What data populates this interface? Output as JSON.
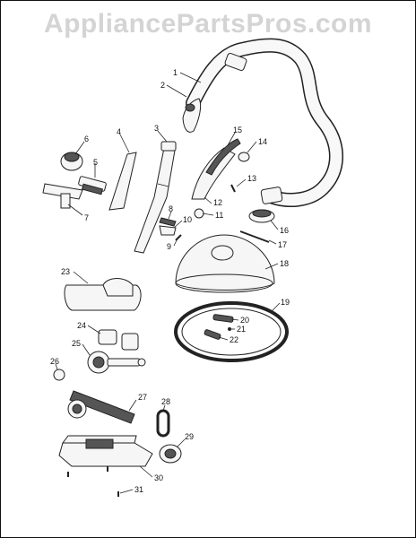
{
  "watermark": "AppliancePartsPros.com",
  "callouts": [
    "1",
    "2",
    "3",
    "4",
    "5",
    "6",
    "7",
    "8",
    "9",
    "10",
    "11",
    "12",
    "13",
    "14",
    "15",
    "16",
    "17",
    "18",
    "19",
    "20",
    "21",
    "22",
    "23",
    "24",
    "25",
    "26",
    "27",
    "28",
    "29",
    "30",
    "31"
  ]
}
